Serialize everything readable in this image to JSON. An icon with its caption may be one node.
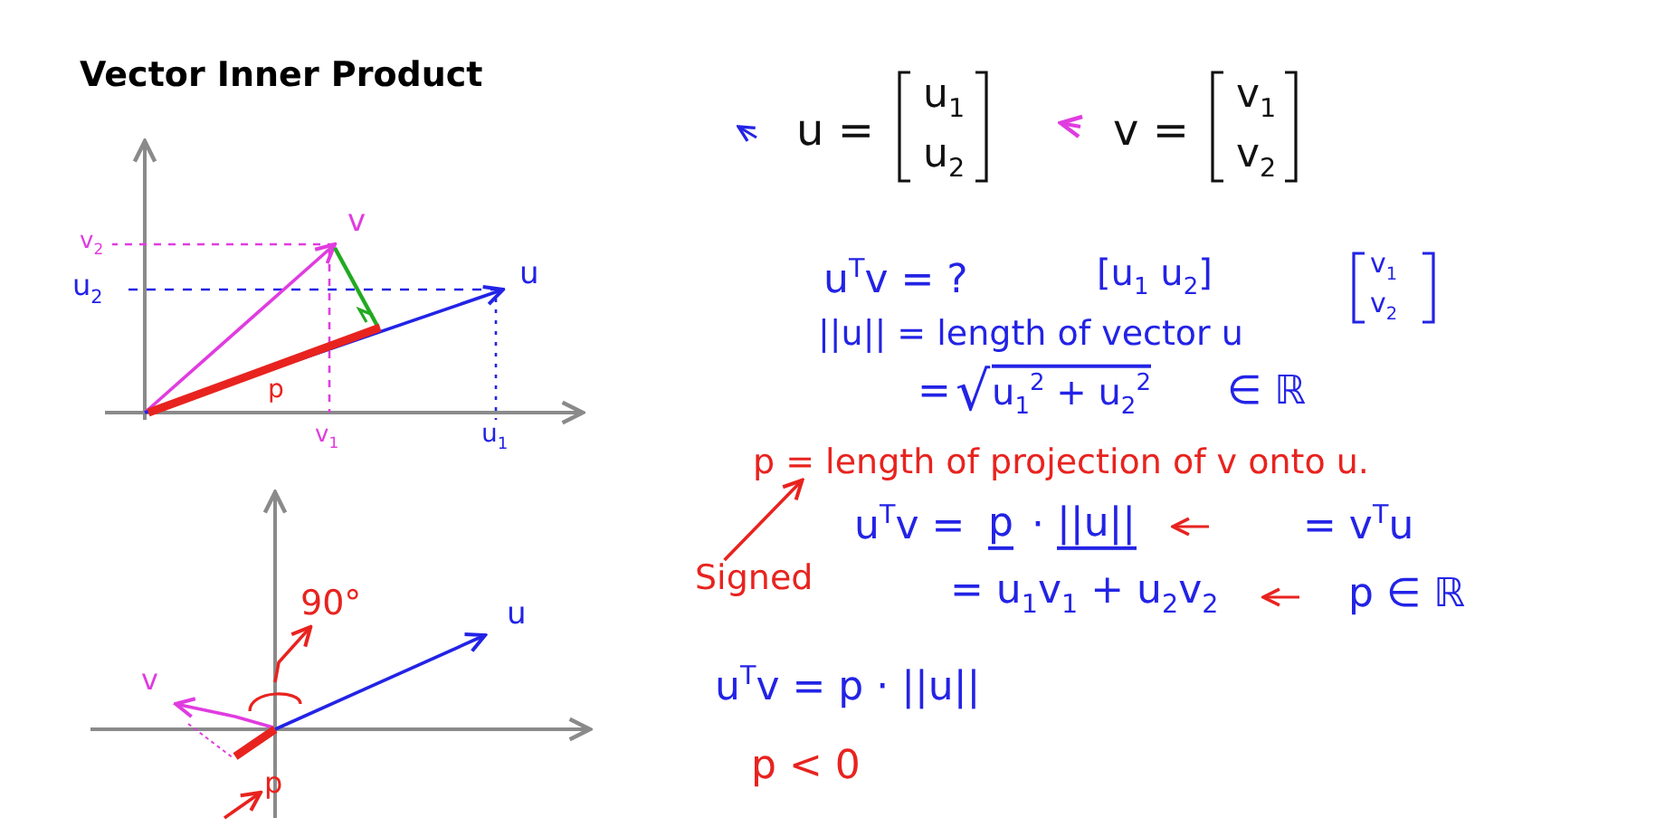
{
  "diagram": {
    "title": "Vector Inner Product",
    "nodes": [
      {
        "text": [
          "Signed"
        ]
      },
      {
        "text": [
          "p = length of projection of v onto u."
        ]
      },
      {
        "text": [
          "90°"
        ]
      },
      {
        "text": [
          "p"
        ]
      },
      {
        "text": [],
        "shape": "arc"
      }
    ],
    "edges": [
      {
        "from": 0,
        "to": 1,
        "arrow": "to",
        "color": "#e8231f"
      },
      {
        "from": 4,
        "to": 2,
        "arrow": "to",
        "color": "#e8231f"
      },
      {
        "from": null,
        "to": 3,
        "arrow": "to",
        "color": "#e8231f"
      }
    ],
    "labels": [
      "u =",
      "u$_{1}$",
      "u$_{2}$",
      "v =",
      "v$_{1}$",
      "v$_{2}$",
      "v$_{2}$",
      "v",
      "u$_{2}$",
      "u",
      "u$^{T}$v = ?",
      "[u$_{1}$ u$_{2}$]",
      "v$_{1}$",
      "v$_{2}$",
      "||u|| = length of vector u",
      "p",
      "v$_{1}$",
      "u$_{1}$",
      "=",
      "√",
      "u$_{1}$$^{2}$ + u$_{2}$$^{2}$",
      "∈ ℝ",
      "u$^{T}$v =",
      "p",
      "·",
      "||u||",
      "= v$^{T}$u",
      "= u$_{1}$v$_{1}$ + u$_{2}$v$_{2}$",
      "p ∈ ℝ",
      "u",
      "v",
      "u$^{T}$v = p · ||u||",
      "p < 0"
    ]
  }
}
